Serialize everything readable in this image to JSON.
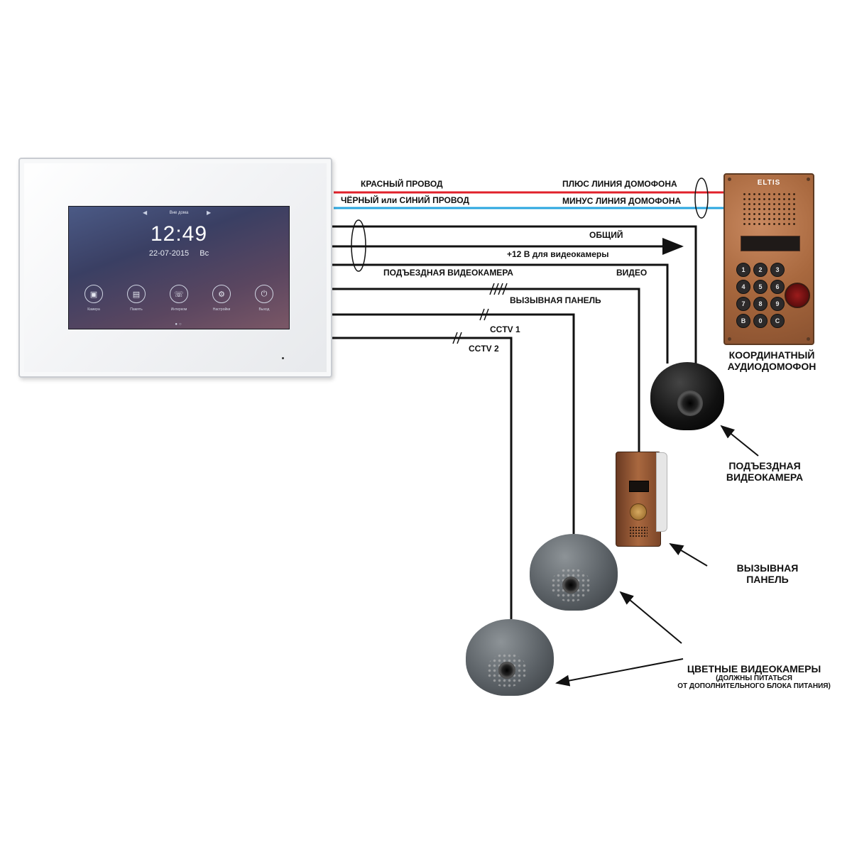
{
  "monitor": {
    "screen_header": "Вне дома",
    "time": "12:49",
    "date": "22-07-2015",
    "weekday": "Вс",
    "menu": [
      {
        "label": "Камера",
        "icon": "camera-icon"
      },
      {
        "label": "Память",
        "icon": "image-icon"
      },
      {
        "label": "Интерком",
        "icon": "intercom-icon"
      },
      {
        "label": "Настройки",
        "icon": "gear-icon"
      },
      {
        "label": "Выход",
        "icon": "power-icon"
      }
    ]
  },
  "wires": {
    "red_left": "КРАСНЫЙ  ПРОВОД",
    "red_right": "ПЛЮС  ЛИНИЯ ДОМОФОНА",
    "blue_left": "ЧЁРНЫЙ или СИНИЙ  ПРОВОД",
    "blue_right": "МИНУС ЛИНИЯ ДОМОФОНА",
    "common": "ОБЩИЙ",
    "power": "+12 В для видеокамеры",
    "entrance_camera": "ПОДЪЕЗДНАЯ ВИДЕОКАМЕРА",
    "video": "ВИДЕО",
    "call_panel": "ВЫЗЫВНАЯ ПАНЕЛЬ",
    "cctv1": "CCTV 1",
    "cctv2": "CCTV 2"
  },
  "devices": {
    "intercom_brand": "ELTIS",
    "intercom_keys": [
      "1",
      "2",
      "3",
      "4",
      "5",
      "6",
      "7",
      "8",
      "9",
      "В",
      "0",
      "С"
    ],
    "intercom_title_1": "КООРДИНАТНЫЙ",
    "intercom_title_2": "АУДИОДОМОФОН",
    "entrance_camera_1": "ПОДЪЕЗДНАЯ",
    "entrance_camera_2": "ВИДЕОКАМЕРА",
    "call_panel_1": "ВЫЗЫВНАЯ",
    "call_panel_2": "ПАНЕЛЬ",
    "color_cameras_title": "ЦВЕТНЫЕ ВИДЕОКАМЕРЫ",
    "color_cameras_note_1": "(ДОЛЖНЫ ПИТАТЬСЯ",
    "color_cameras_note_2": "ОТ ДОПОЛНИТЕЛЬНОГО БЛОКА ПИТАНИЯ)"
  },
  "colors": {
    "red_wire": "#e0202a",
    "blue_wire": "#2aa6df",
    "black_wire": "#111111"
  }
}
